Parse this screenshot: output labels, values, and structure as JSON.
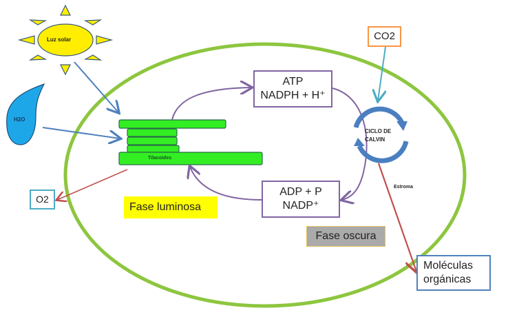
{
  "labels": {
    "sun": "Luz solar",
    "water": "H2O",
    "thylakoids": "Tilacoides",
    "oxygen": "O2",
    "light_phase": "Fase luminosa",
    "atp_line1": "ATP",
    "atp_line2": "NADPH + H⁺",
    "adp_line1": "ADP + P",
    "adp_line2": "NADP⁺",
    "co2": "CO2",
    "calvin_line1": "CICLO DE",
    "calvin_line2": "CALVIN",
    "stroma": "Estroma",
    "dark_phase": "Fase oscura",
    "organic_line1": "Moléculas",
    "organic_line2": "orgánicas"
  },
  "colors": {
    "chloroplast": "#8dc63f",
    "thylakoid": "#33ee22",
    "sun": "#ffee00",
    "water": "#1ea7e8",
    "light_phase_bg": "#ffff00",
    "dark_phase_bg": "#aaaaaa",
    "purple_arrow": "#8064a2",
    "blue_arrow": "#4f81bd",
    "red_arrow": "#c0504d",
    "co2_border": "#f79646",
    "calvin": "#4a7fc1"
  }
}
